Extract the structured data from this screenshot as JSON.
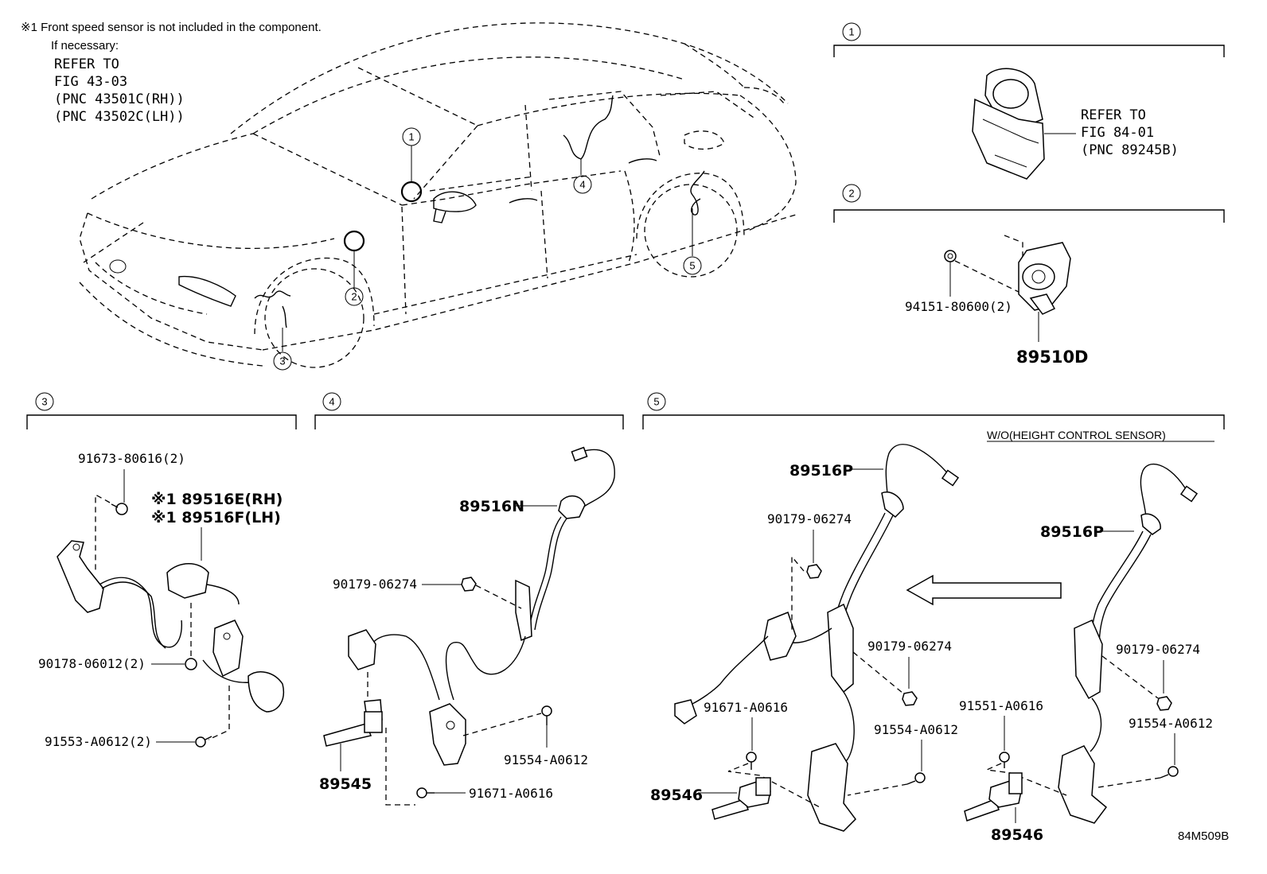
{
  "note": {
    "line1": "※1 Front speed sensor is not included in the component.",
    "line2": "If necessary:",
    "refer": [
      "REFER TO",
      "FIG 43-03",
      "(PNC 43501C(RH))",
      "(PNC 43502C(LH))"
    ]
  },
  "car_callouts": [
    "1",
    "2",
    "3",
    "4",
    "5"
  ],
  "section1": {
    "number": "1",
    "refer": [
      "REFER TO",
      "FIG 84-01",
      "(PNC 89245B)"
    ]
  },
  "section2": {
    "number": "2",
    "bolt": "94151-80600(2)",
    "part": "89510D"
  },
  "section3": {
    "number": "3",
    "bolt_top": "91673-80616(2)",
    "sensor_rh": "※1 89516E(RH)",
    "sensor_lh": "※1 89516F(LH)",
    "nut": "90178-06012(2)",
    "bolt_bottom": "91553-A0612(2)"
  },
  "section4": {
    "number": "4",
    "harness": "89516N",
    "nut": "90179-06274",
    "sensor": "89545",
    "bolt_right": "91554-A0612",
    "bolt_bottom": "91671-A0616"
  },
  "section5": {
    "number": "5",
    "condition": "W/O(HEIGHT CONTROL SENSOR)",
    "harness_left": "89516P",
    "nut_left_top": "90179-06274",
    "nut_left_mid": "90179-06274",
    "bolt_left": "91671-A0616",
    "bolt_left_right": "91554-A0612",
    "sensor_left": "89546",
    "harness_right": "89516P",
    "bolt_right": "91551-A0616",
    "nut_right": "90179-06274",
    "bolt_right_right": "91554-A0612",
    "sensor_right": "89546"
  },
  "figure_code": "84M509B"
}
